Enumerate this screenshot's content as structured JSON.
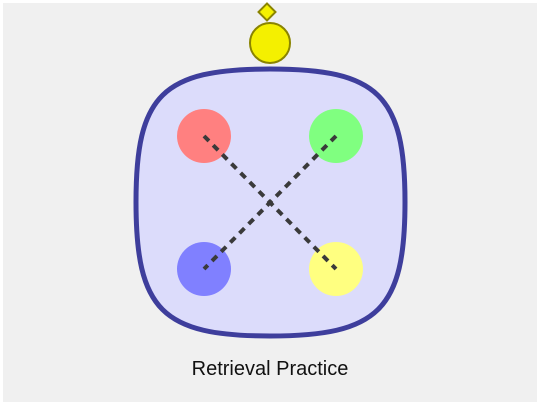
{
  "caption": "Retrieval Practice",
  "colors": {
    "background": "#f0f0f0",
    "container_fill": "#dcdcfb",
    "container_stroke": "#3e3e9c",
    "node_top_left": "#ff8080",
    "node_top_right": "#80ff80",
    "node_bottom_left": "#8080ff",
    "node_bottom_right": "#ffff80",
    "connector": "#3a3a3a",
    "marker_fill": "#f4f000",
    "marker_stroke": "#8a8400"
  },
  "nodes": [
    {
      "id": "top-left",
      "color_key": "node_top_left"
    },
    {
      "id": "top-right",
      "color_key": "node_top_right"
    },
    {
      "id": "bottom-left",
      "color_key": "node_bottom_left"
    },
    {
      "id": "bottom-right",
      "color_key": "node_bottom_right"
    }
  ],
  "connections": [
    {
      "from": "top-left",
      "to": "bottom-right",
      "style": "dashed"
    },
    {
      "from": "top-right",
      "to": "bottom-left",
      "style": "dashed"
    }
  ],
  "marker": {
    "shape": "head-with-diamond",
    "icon": "head-marker-icon"
  }
}
